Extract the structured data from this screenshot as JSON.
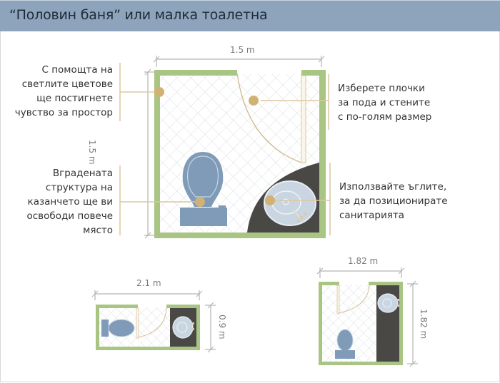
{
  "header": {
    "title": "“Половин баня” или малка тоалетна",
    "background_color": "#8ea4bc"
  },
  "main_plan": {
    "width_label": "1.5 m",
    "height_label": "1.5 m",
    "notes": [
      {
        "id": "light-colors",
        "text": [
          "С помощта на",
          "светлите цветове",
          "ще постигнете",
          "чувство за простор"
        ]
      },
      {
        "id": "tiles",
        "text": [
          "Изберете плочки",
          "за пода и стените",
          "с по-голям размер"
        ]
      },
      {
        "id": "built-in-cistern",
        "text": [
          "Вградената",
          "структура на",
          "казанчето ще ви",
          "освободи повече",
          "място"
        ]
      },
      {
        "id": "corners",
        "text": [
          "Използвайте ъглите,",
          "за да позиционирате",
          "санитарията"
        ]
      }
    ]
  },
  "narrow_plan": {
    "width_label": "2.1 m",
    "height_label": "0.9 m"
  },
  "square_plan": {
    "width_label": "1.82 m",
    "height_label": "1.82 m"
  },
  "colors": {
    "wall": "#a9c584",
    "fixture": "#7f9bb8",
    "dark_area": "#4a4845",
    "marker": "#d2b274",
    "leader": "#dcc9a0",
    "dimension_line": "#b5b5b5"
  }
}
